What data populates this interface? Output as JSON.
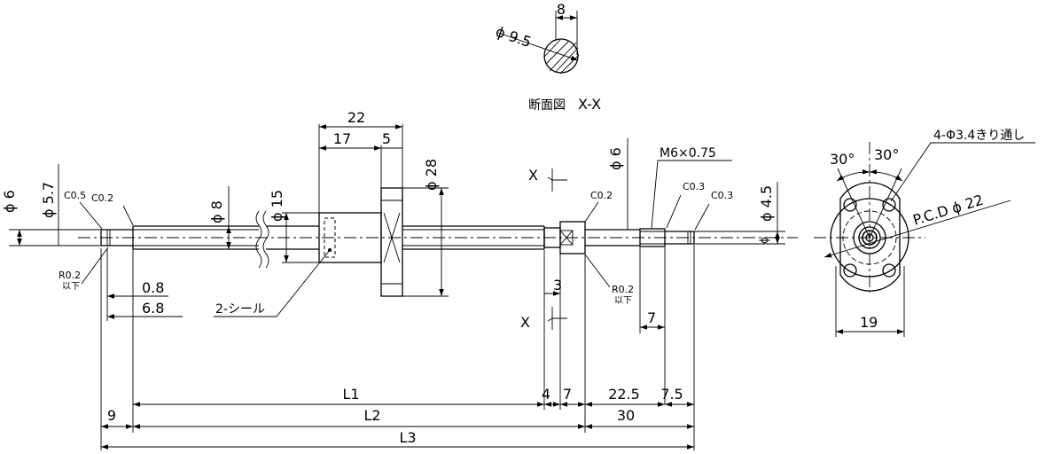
{
  "section": {
    "width_dim": "8",
    "dia_dim": "ϕ 9.5",
    "title": "断面図",
    "title_suffix": "X-X"
  },
  "arrows": {
    "section_label_top": "X",
    "section_label_bottom": "X"
  },
  "left_end": {
    "dia6": "ϕ 6",
    "dia57": "ϕ 5.7",
    "c05": "C0.5",
    "c02": "C0.2",
    "r02": "R0.2",
    "r02_sub": "以下",
    "dim08": "0.8",
    "dim68": "6.8",
    "dim9": "9"
  },
  "shaft": {
    "dia8": "ϕ 8"
  },
  "nut": {
    "dim22": "22",
    "dim17": "17",
    "dim5": "5",
    "dia28": "ϕ 28",
    "dia15": "ϕ 15",
    "seal": "2-シール"
  },
  "right_end": {
    "dia6": "ϕ 6",
    "thread": "M6×0.75",
    "c02": "C0.2",
    "c03a": "C0.3",
    "c03b": "C0.3",
    "dia45": "ϕ 4.5",
    "dim3": "3",
    "r02": "R0.2",
    "r02_sub": "以下",
    "dim7": "7",
    "dim4": "4",
    "dim7b": "7",
    "dim225": "22.5",
    "dim75": "7.5",
    "dim30": "30"
  },
  "lengths": {
    "L1": "L1",
    "L2": "L2",
    "L3": "L3"
  },
  "flange": {
    "angle_left": "30°",
    "angle_right": "30°",
    "holes": "4-Φ3.4きり通し",
    "pcd": "P.C.D ϕ 22",
    "width": "19"
  }
}
